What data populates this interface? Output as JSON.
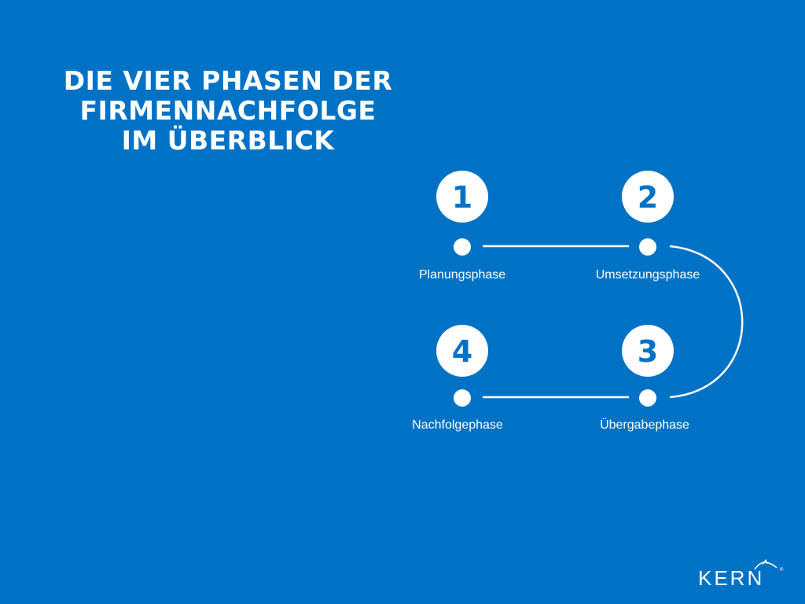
{
  "title": {
    "line1": "DIE VIER PHASEN DER",
    "line2": "FIRMENNACHFOLGE",
    "line3": "IM ÜBERBLICK"
  },
  "phases": [
    {
      "number": "1",
      "label": "Planungsphase"
    },
    {
      "number": "2",
      "label": "Umsetzungsphase"
    },
    {
      "number": "3",
      "label": "Übergabephase"
    },
    {
      "number": "4",
      "label": "Nachfolgephase"
    }
  ],
  "logo": {
    "text": "KERN",
    "reg": "®"
  },
  "colors": {
    "background": "#0072c6",
    "foreground": "#ffffff",
    "number": "#0072c6"
  }
}
